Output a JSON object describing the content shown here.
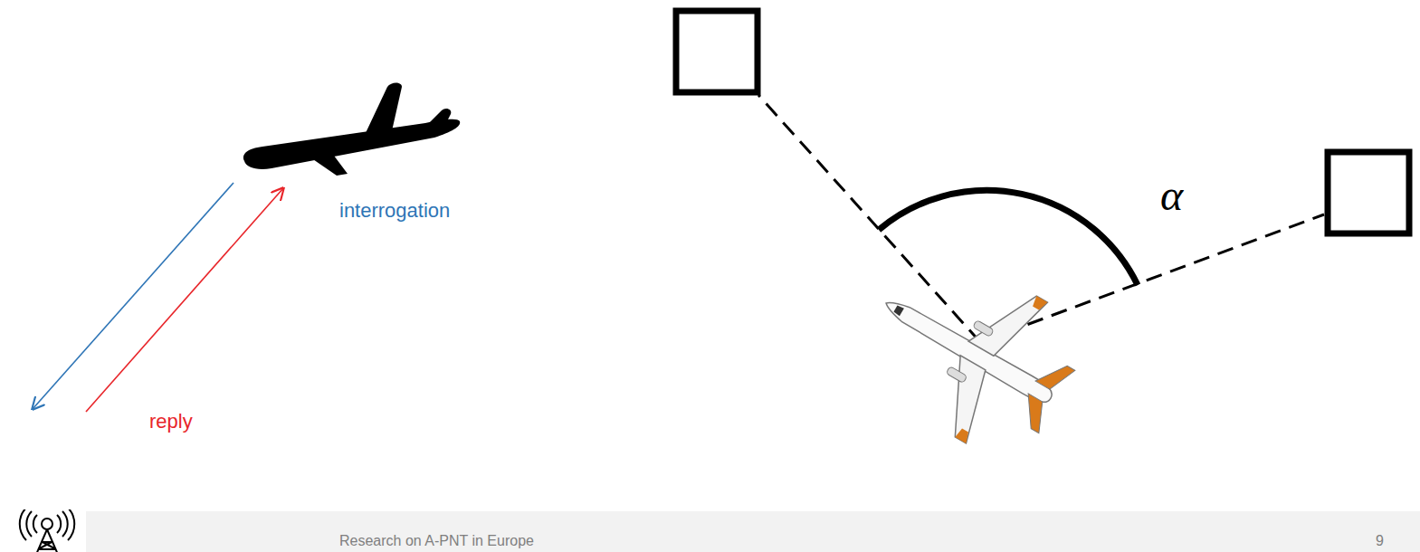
{
  "diagram": {
    "nodes": [
      {
        "text": [
          "Research on A-PNT in Europe",
          "9"
        ]
      }
    ],
    "labels": [
      "interrogation",
      "reply",
      "α"
    ]
  }
}
